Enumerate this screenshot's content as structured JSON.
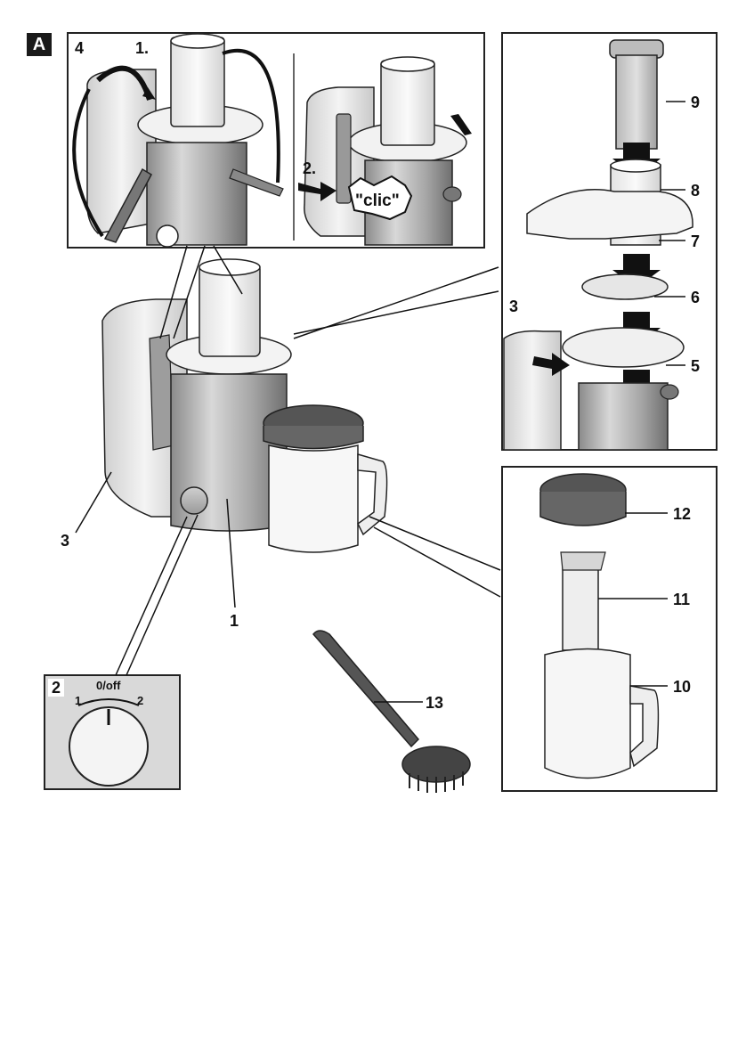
{
  "figure": {
    "section_badge": "A",
    "inset_top": {
      "step_4": "4",
      "step_1": "1.",
      "step_2": "2.",
      "clic_text": "\"clic\""
    },
    "inset_dial": {
      "number": "2",
      "label_off": "0/off",
      "label_1": "1",
      "label_2": "2"
    },
    "parts": [
      {
        "number": "1"
      },
      {
        "number": "3"
      },
      {
        "number": "3"
      },
      {
        "number": "5"
      },
      {
        "number": "6"
      },
      {
        "number": "7"
      },
      {
        "number": "8"
      },
      {
        "number": "9"
      },
      {
        "number": "10"
      },
      {
        "number": "11"
      },
      {
        "number": "12"
      },
      {
        "number": "13"
      }
    ]
  },
  "colors": {
    "line": "#1a1a1a",
    "metal": "#b7b7b7",
    "metal_dark": "#7f7f7f",
    "plastic": "#eeeeee",
    "dark_part": "#4a4a4a",
    "panel_bg": "#ffffff"
  }
}
